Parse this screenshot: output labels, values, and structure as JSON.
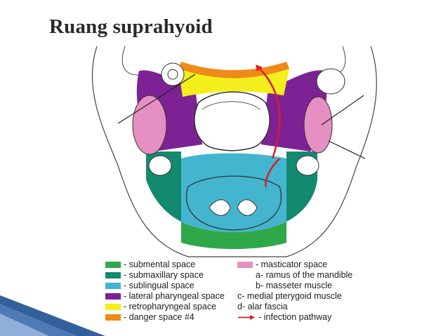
{
  "slide": {
    "title": "Ruang suprahyoid"
  },
  "colors": {
    "submental": "#2fa84a",
    "submaxillary": "#138a6f",
    "sublingual": "#43b5cf",
    "lateral_pharyngeal": "#7d2295",
    "retropharyngeal": "#f4ee1c",
    "danger": "#ef8a18",
    "masticator": "#e58fc3",
    "infection_pathway": "#d91e2a",
    "deco_blue": "#1c4f8f"
  },
  "legend": {
    "left": [
      {
        "text": "- submental space",
        "color": "#2fa84a"
      },
      {
        "text": "- submaxillary space",
        "color": "#138a6f"
      },
      {
        "text": "- sublingual space",
        "color": "#43b5cf"
      },
      {
        "text": "- lateral pharyngeal space",
        "color": "#7d2295"
      },
      {
        "text": "- retropharyngeal space",
        "color": "#f4ee1c"
      },
      {
        "text": "- danger space #4",
        "color": "#ef8a18"
      }
    ],
    "right": [
      {
        "text": "- masticator space",
        "swatch": "#e58fc3"
      },
      {
        "text": "a- ramus of the mandible"
      },
      {
        "text": "b- masseter muscle"
      },
      {
        "text": "c- medial pterygoid muscle"
      },
      {
        "text": "d- alar fascia"
      },
      {
        "text": "- infection pathway",
        "arrow": "#d91e2a"
      }
    ]
  }
}
